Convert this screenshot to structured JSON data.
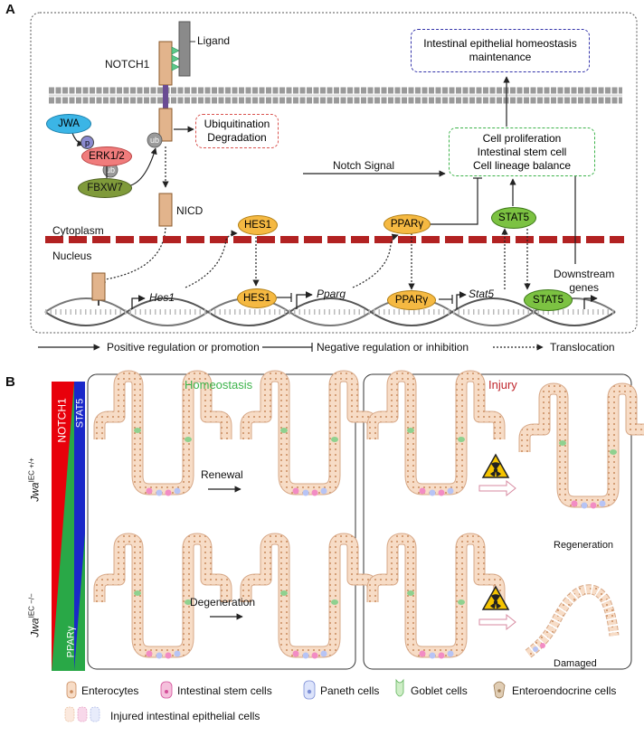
{
  "panel_a": {
    "letter": "A",
    "ligand": "Ligand",
    "notch1": "NOTCH1",
    "jwa": "JWA",
    "p": "p",
    "erk": "ERK1/2",
    "fbxw7": "FBXW7",
    "ub1": "ub",
    "ub2": "ub",
    "ubiq_line1": "Ubiquitination",
    "ubiq_line2": "Degradation",
    "nicd": "NICD",
    "homeostasis_line1": "Intestinal epithelial homeostasis",
    "homeostasis_line2": "maintenance",
    "cell_prolif_line1": "Cell proliferation",
    "cell_prolif_line2": "Intestinal stem cell",
    "cell_prolif_line3": "Cell lineage balance",
    "notch_signal": "Notch Signal",
    "cytoplasm": "Cytoplasm",
    "nucleus": "Nucleus",
    "hes1_protein": "HES1",
    "hes1_protein_nuc": "HES1",
    "ppar_protein": "PPARγ",
    "ppar_protein_nuc": "PPARγ",
    "stat5_protein": "STAT5",
    "stat5_protein_nuc": "STAT5",
    "gene_hes1": "Hes1",
    "gene_pparg": "Pparg",
    "gene_stat5": "Stat5",
    "downstream_line1": "Downstream",
    "downstream_line2": "genes",
    "legend_positive": "Positive regulation or promotion",
    "legend_negative": "Negative regulation or inhibition",
    "legend_translocation": "Translocation"
  },
  "panel_b": {
    "letter": "B",
    "homeostasis": "Homeostasis",
    "injury": "Injury",
    "notch1": "NOTCH1",
    "stat5": "STAT5",
    "ppar": "PPARγ",
    "jwa_wt_base": "Jwa",
    "jwa_wt_sup": "IEC +/+",
    "jwa_ko_base": "Jwa",
    "jwa_ko_sup": "IEC −/−",
    "renewal": "Renewal",
    "degeneration": "Degeneration",
    "regeneration": "Regeneration",
    "damaged": "Damaged"
  },
  "legend_b": {
    "enterocytes": "Enterocytes",
    "stem": "Intestinal stem cells",
    "paneth": "Paneth cells",
    "goblet": "Goblet cells",
    "entero": "Enteroendocrine cells",
    "injured": "Injured intestinal epithelial cells"
  },
  "colors": {
    "membrane": "#9a9a9a",
    "receptor": "#e2b48c",
    "receptor_edge": "#8b5a2b",
    "ligand": "#8a8a8a",
    "ligand_bind": "#5cc98a",
    "oval_orange": "#f5b942",
    "oval_green": "#7cc242",
    "jwa_blue": "#3bb5e6",
    "erk_red": "#f07c7c",
    "fbxw7_green": "#7f9a3a",
    "nuclear_membrane": "#b22222",
    "green_box": "#3cb34a",
    "blue_box": "#3333aa",
    "red_box": "#d9534f",
    "homeostasis_green": "#3cb34a",
    "injury_red": "#c0272d",
    "villus": "#f7dcc6",
    "bar_red": "#e8000b",
    "bar_green": "#29a847",
    "bar_blue": "#1a28c9"
  }
}
